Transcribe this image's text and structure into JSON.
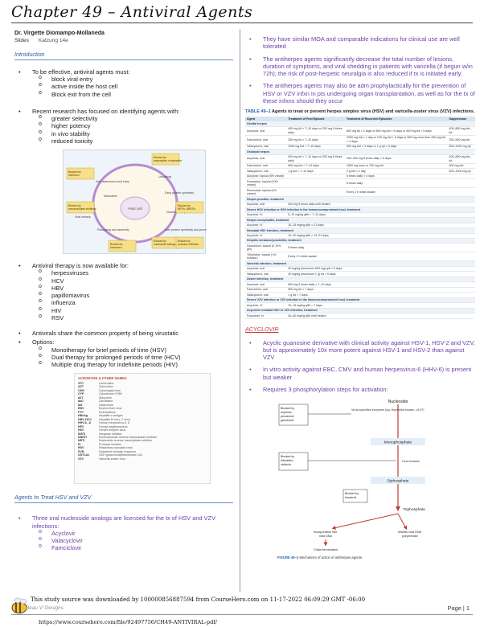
{
  "title": "Chapter 49 – Antiviral Agents",
  "author": "Dr. Virgette Diomampo-Mollaneda",
  "slides_label": "Slides",
  "slides_source": "Katzung 14e",
  "sections": {
    "intro": "Introduction",
    "hsv_vzv": "Agents to Treat HSV and VZV",
    "acyclovir": "ACYCLOVIR"
  },
  "left": {
    "effective_intro": "To be effective, antiviral agents must:",
    "effective_items": [
      "block viral entry",
      "active inside the host cell",
      "Block exit from the cell"
    ],
    "research_intro": "Recent research has focused on identifying agents with:",
    "research_items": [
      "greater selectivity",
      "higher potency",
      "in vivo stability",
      "reduced toxicity"
    ],
    "available_intro": "Antiviral therapy is now available for:",
    "available_items": [
      "herpesviruses",
      "HCV",
      "HBV",
      "papillomavirus",
      "influenza",
      "HIV",
      "RSV"
    ],
    "virustatic": "Antivirals share the common property of being virustatic",
    "options_intro": "Options:",
    "options_items": [
      "Monotherapy for brief periods of time (HSV)",
      "Dual therapy for prolonged periods of time (HCV)",
      "Multiple drug therapy for indefinite periods (HIV)"
    ],
    "hsv_intro": "Three oral nucleoside analogs are licensed for the tx of HSV and VZV infections:",
    "hsv_items": [
      "Acyclovir",
      "Valacyclovir",
      "Famciclovir"
    ]
  },
  "cycle_figure": {
    "center": "Host cell",
    "labels": [
      "Viral attachment and entry",
      "Uncoating",
      "Early protein synthesis",
      "Nucleic acid synthesis",
      "Late protein synthesis and processing",
      "Packaging and assembly",
      "Viral release",
      "Maturation"
    ],
    "blocks": [
      "Blocked by",
      "Blocked by amantadine, rimantadine",
      "Blocked by nucleoside analogs",
      "Blocked by protease inhibitors",
      "Blocked by neuraminidase inhibitors",
      "Blocked by interferon",
      "Blocked by NRTIs, NNRTIs",
      "Blocked by fomivirsen"
    ]
  },
  "acronyms": {
    "heading": "ACRONYMS & OTHER NAMES",
    "rows": [
      [
        "3TC",
        "Lamivudine"
      ],
      [
        "AZT",
        "Zidovudine"
      ],
      [
        "CMV",
        "Cytomegalovirus"
      ],
      [
        "CYP",
        "Cytochrome P450"
      ],
      [
        "d4T",
        "Stavudine"
      ],
      [
        "ddC",
        "Zalcitabine"
      ],
      [
        "ddI",
        "Didanosine"
      ],
      [
        "EBV",
        "Epstein-Barr virus"
      ],
      [
        "FTC",
        "Emtricitabine"
      ],
      [
        "HBeAg",
        "Hepatitis e antigen"
      ],
      [
        "HBV, HCV",
        "Hepatitis B virus, C virus"
      ],
      [
        "HHV-6, -8",
        "Human herpesvirus 6, 8"
      ],
      [
        "HPV",
        "Human papillomavirus"
      ],
      [
        "HSV",
        "Herpes simplex virus"
      ],
      [
        "INSTI",
        "Integrase inhibitor"
      ],
      [
        "NNRTI",
        "Nonnucleoside reverse transcriptase inhibitor"
      ],
      [
        "NRTI",
        "Nucleoside reverse transcriptase inhibitor"
      ],
      [
        "PI",
        "Protease inhibitor"
      ],
      [
        "RSV",
        "Respiratory syncytial virus"
      ],
      [
        "SVR",
        "Sustained virologic response"
      ],
      [
        "UGT1A1",
        "UDP-glucuronosyltransferase 1A1"
      ],
      [
        "VZV",
        "Varicella-zoster virus"
      ]
    ]
  },
  "right": {
    "points": [
      "They have similar MOA and comparable indications for clinical use are well tolerated",
      "The antiherpes agents significantly decrease the total number of lesions, duration of symptoms, and viral shedding in patients with varicella (if begun w/in 72h); the risk of post-herpetic neuralgia is also reduced if tx is initiated early.",
      "The antiherpes agents may also be adm prophylactically for the prevention of HSV or VZV infxn in pts undergoing organ transplantation, as well as for the tx of these infxns should they occur"
    ],
    "acyclovir_points": [
      "Acyclic guanosine derivative with clinical activity against HSV-1, HSV-2 and VZV, but is approximately 10x more potent against HSV-1 and HSV-2 than against VZV",
      "In vitro activity against EBC, CMV and human herpesvirus-6 (HHV-6) is present but weaker",
      "Requires 3 phosphorylation steps for activation:"
    ]
  },
  "table": {
    "number": "TABLE 49–1",
    "title": "Agents to treat or prevent herpes simplex virus (HSV) and varicella-zoster virus (VZV) infections.",
    "headers": [
      "Agent",
      "Treatment of First Episode",
      "Treatment of Recurrent Episodes",
      "Suppression"
    ],
    "rows": [
      {
        "g": true,
        "c": [
          "Genital herpes",
          "",
          "",
          ""
        ]
      },
      {
        "g": false,
        "c": [
          "Acyclovir, oral",
          "400 mg tid × 7–10 days or 200 mg 5 times daily",
          "800 mg tid × 2 days or 800 mg bid × 5 days or 400 mg tid × 5 days",
          "400–800 mg bid–tid"
        ]
      },
      {
        "g": false,
        "c": [
          "Famciclovir, oral",
          "250 mg tid × 7–10 days",
          "1000 mg bid × 1 day or 125 mg bid × 5 days or 500 mg once then 250 mg bid × 2 days",
          "250–500 mg bid"
        ]
      },
      {
        "g": false,
        "c": [
          "Valacyclovir, oral",
          "1000 mg bid × 7–10 days",
          "500 mg bid × 3 days or 1 g qd × 5 days",
          "500–1000 mg qd"
        ]
      },
      {
        "g": true,
        "c": [
          "Orolabial herpes",
          "",
          "",
          ""
        ]
      },
      {
        "g": false,
        "c": [
          "Acyclovir, oral",
          "400 mg tid × 7–10 days or 200 mg 5 times daily",
          "200–400 mg 5 times daily × 5 days",
          "400–800 mg bid–tid"
        ]
      },
      {
        "g": false,
        "c": [
          "Famciclovir, oral",
          "500 mg bid × 7–10 days",
          "1500 mg once or 750 mg bid",
          "500 mg bid"
        ]
      },
      {
        "g": false,
        "c": [
          "Valacyclovir, oral",
          "1 g bid × 7–10 days",
          "2 g bid × 1 day",
          "500–1000 mg qd"
        ]
      },
      {
        "g": false,
        "c": [
          "Acyclovir, topical (5% cream)",
          "",
          "5 times daily × 4 days",
          ""
        ]
      },
      {
        "g": false,
        "c": [
          "Docosanol, topical (10% cream)",
          "",
          "5 times daily",
          ""
        ]
      },
      {
        "g": false,
        "c": [
          "Penciclovir, topical (1% cream)",
          "",
          "Every 2 h while awake",
          ""
        ]
      },
      {
        "g": true,
        "c": [
          "Herpes proctitis, treatment",
          "",
          "",
          ""
        ]
      },
      {
        "g": false,
        "c": [
          "Acyclovir, oral",
          "400 mg 5 times daily until healed",
          "",
          ""
        ]
      },
      {
        "g": true,
        "c": [
          "Severe HSV infection or HSV infection in the immunocompromised host, treatment",
          "",
          "",
          ""
        ]
      },
      {
        "g": false,
        "c": [
          "Acyclovir, IV",
          "5–10 mg/kg q8h × 7–14 days",
          "",
          ""
        ]
      },
      {
        "g": true,
        "c": [
          "Herpes encephalitis, treatment",
          "",
          "",
          ""
        ]
      },
      {
        "g": false,
        "c": [
          "Acyclovir, IV",
          "10–15 mg/kg q8h × 21 days",
          "",
          ""
        ]
      },
      {
        "g": true,
        "c": [
          "Neonatal HSV infection, treatment",
          "",
          "",
          ""
        ]
      },
      {
        "g": false,
        "c": [
          "Acyclovir, IV",
          "10–20 mg/kg q8h × 14–21 days",
          "",
          ""
        ]
      },
      {
        "g": true,
        "c": [
          "Herpetic keratoconjunctivitis, treatment",
          "",
          "",
          ""
        ]
      },
      {
        "g": false,
        "c": [
          "Ganciclovir, topical (0.15% gel)",
          "5 times daily",
          "",
          ""
        ]
      },
      {
        "g": false,
        "c": [
          "Trifluridine, topical (1% solution)",
          "Every 2 h while awake",
          "",
          ""
        ]
      },
      {
        "g": true,
        "c": [
          "Varicella infection, treatment",
          "",
          "",
          ""
        ]
      },
      {
        "g": false,
        "c": [
          "Acyclovir, oral",
          "20 mg/kg (maximum 800 mg) qid × 5 days",
          "",
          ""
        ]
      },
      {
        "g": false,
        "c": [
          "Valacyclovir, oral",
          "20 mg/kg (maximum 1 g) tid × 5 days",
          "",
          ""
        ]
      },
      {
        "g": true,
        "c": [
          "Zoster infection, treatment",
          "",
          "",
          ""
        ]
      },
      {
        "g": false,
        "c": [
          "Acyclovir, oral",
          "800 mg 5 times daily × 7–10 days",
          "",
          ""
        ]
      },
      {
        "g": false,
        "c": [
          "Famciclovir, oral",
          "500 mg tid × 7 days",
          "",
          ""
        ]
      },
      {
        "g": false,
        "c": [
          "Valacyclovir, oral",
          "1 g tid × 7 days",
          "",
          ""
        ]
      },
      {
        "g": true,
        "c": [
          "Severe VZV infection or VZV infection in the immunocompromised host, treatment",
          "",
          "",
          ""
        ]
      },
      {
        "g": false,
        "c": [
          "Acyclovir, IV",
          "10–15 mg/kg q8h × 7 days",
          "",
          ""
        ]
      },
      {
        "g": true,
        "c": [
          "Acyclovir-resistant HSV or VZV infection, treatment",
          "",
          "",
          ""
        ]
      },
      {
        "g": false,
        "c": [
          "Foscarnet, IV",
          "40–60 mg/kg q8h until healed",
          "",
          ""
        ]
      }
    ]
  },
  "moa_figure": {
    "nucleoside": "Nucleoside",
    "virus_specified": "Virus-specified enzymes (eg, thymidine kinase, UL97)",
    "blocked_acyclovir": "Blocked by acyclovir, penciclovir, ganciclovir",
    "monophosphate": "Monophosphate",
    "host_kinases": "Host kinases",
    "blocked_trifluridine": "Blocked by trifluridine, cidofovir",
    "diphosphate": "Diphosphate",
    "blocked_foscarnet": "Blocked by foscarnet",
    "triphosphate": "Triphosphate",
    "incorporation": "Incorporation into viral DNA",
    "inhibits": "Inhibits viral DNA polymerase",
    "chain": "Chain termination",
    "caption_num": "FIGURE 49–2",
    "caption": "Mechanism of action of antiherpes agents."
  },
  "footer": {
    "download": "This study source was downloaded by 100000856887594 from CourseHero.com on 11-17-2022 06:09:29 GMT -06:00",
    "url": "https://www.coursehero.com/file/92497756/CH49-ANTIVIRAL-pdf/",
    "page": "Page | 1",
    "logo": "Beau V’ Designs"
  }
}
